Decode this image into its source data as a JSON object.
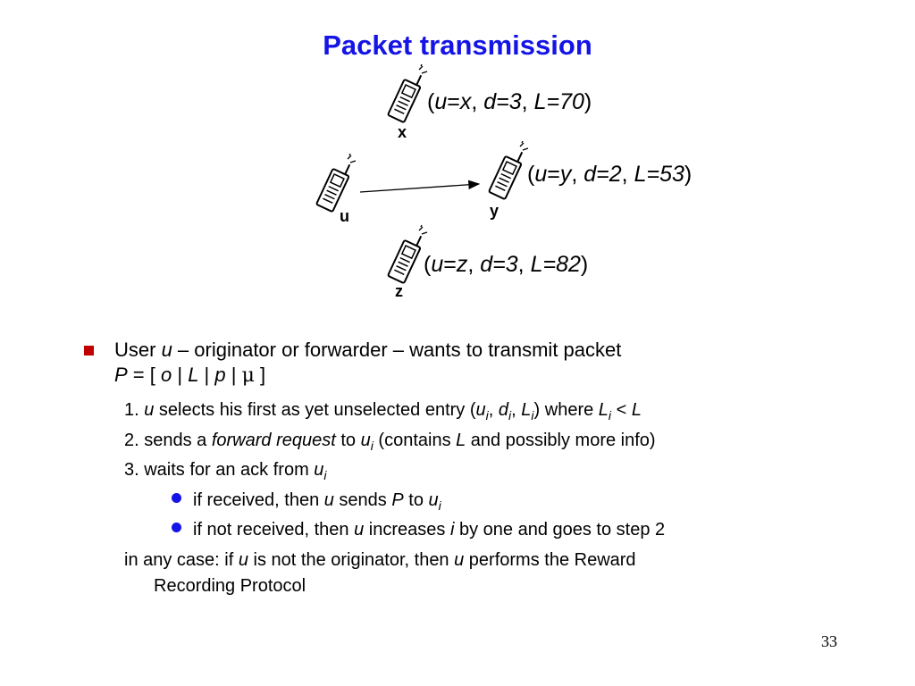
{
  "title": "Packet transmission",
  "nodes": {
    "x": {
      "letter": "x",
      "u": "u",
      "eq_u": "=",
      "val_u": "x",
      "d": "d=3",
      "L": "L=70"
    },
    "y": {
      "letter": "y",
      "u": "u",
      "eq_u": "=",
      "val_u": "y",
      "d": "d=2",
      "L": "L=53"
    },
    "z": {
      "letter": "z",
      "u": "u",
      "eq_u": "=",
      "val_u": "z",
      "d": "d=3",
      "L": "L=82"
    },
    "u": {
      "letter": "u"
    }
  },
  "bullet": {
    "l1_a": "User ",
    "l1_u": "u",
    "l1_b": " – originator or forwarder –  wants to transmit packet",
    "l2_P": "P",
    "l2_b": " = [ ",
    "l2_o": "o",
    "l2_c": " | ",
    "l2_L": "L",
    "l2_d": " | ",
    "l2_p": "p",
    "l2_e": " | ",
    "l2_mu": "μ",
    "l2_f": " ]"
  },
  "steps": {
    "s1_a": "1. ",
    "s1_u": "u",
    "s1_b": " selects his first as yet unselected entry (",
    "s1_ui": "u",
    "s1_i1": "i",
    "s1_c": ", ",
    "s1_di": "d",
    "s1_i2": "i",
    "s1_d": ", ",
    "s1_Li": "L",
    "s1_i3": "i",
    "s1_e": ") where ",
    "s1_Li2": "L",
    "s1_i4": "i",
    "s1_f": " < ",
    "s1_L": "L",
    "s2_a": "2. sends a ",
    "s2_fr": "forward request",
    "s2_b": " to ",
    "s2_u": "u",
    "s2_i": "i",
    "s2_c": " (contains ",
    "s2_L": "L",
    "s2_d": " and possibly more info)",
    "s3_a": "3. waits for an ack from ",
    "s3_u": "u",
    "s3_i": "i",
    "sub1_a": "if received, then ",
    "sub1_u": "u",
    "sub1_b": " sends ",
    "sub1_P": "P",
    "sub1_c": " to ",
    "sub1_u2": "u",
    "sub1_i": "i",
    "sub2_a": "if not received, then ",
    "sub2_u": "u",
    "sub2_b": " increases ",
    "sub2_i": "i",
    "sub2_c": " by one and goes to step 2",
    "fin_a": "in any case: if ",
    "fin_u": "u",
    "fin_b": " is not the originator, then ",
    "fin_u2": "u",
    "fin_c": " performs the Reward",
    "fin_line2": "Recording Protocol"
  },
  "page_number": "33",
  "colors": {
    "title": "#1414e6",
    "bullet_square": "#c00000",
    "sub_bullet": "#1414e6"
  },
  "icons": [
    "mobile-phone-icon",
    "arrow"
  ]
}
